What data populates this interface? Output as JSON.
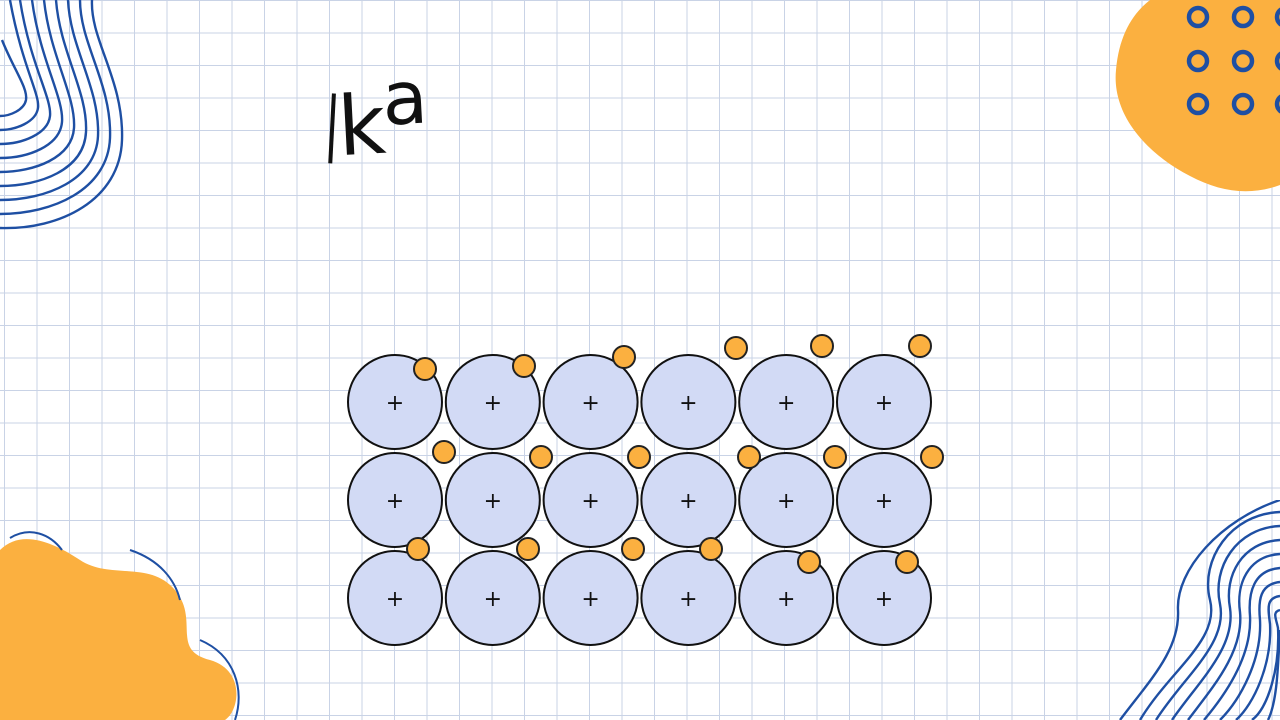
{
  "title": {
    "main": "k",
    "superscript": "a"
  },
  "lattice": {
    "rows": 3,
    "cols": 6,
    "ion_symbol": "+",
    "ion_fill": "#d2daf5",
    "ion_stroke": "#111111",
    "electron_fill": "#fbb040",
    "electron_stroke": "#222222"
  },
  "decor": {
    "blob_color": "#fbb040",
    "line_color": "#1e4fa3"
  }
}
